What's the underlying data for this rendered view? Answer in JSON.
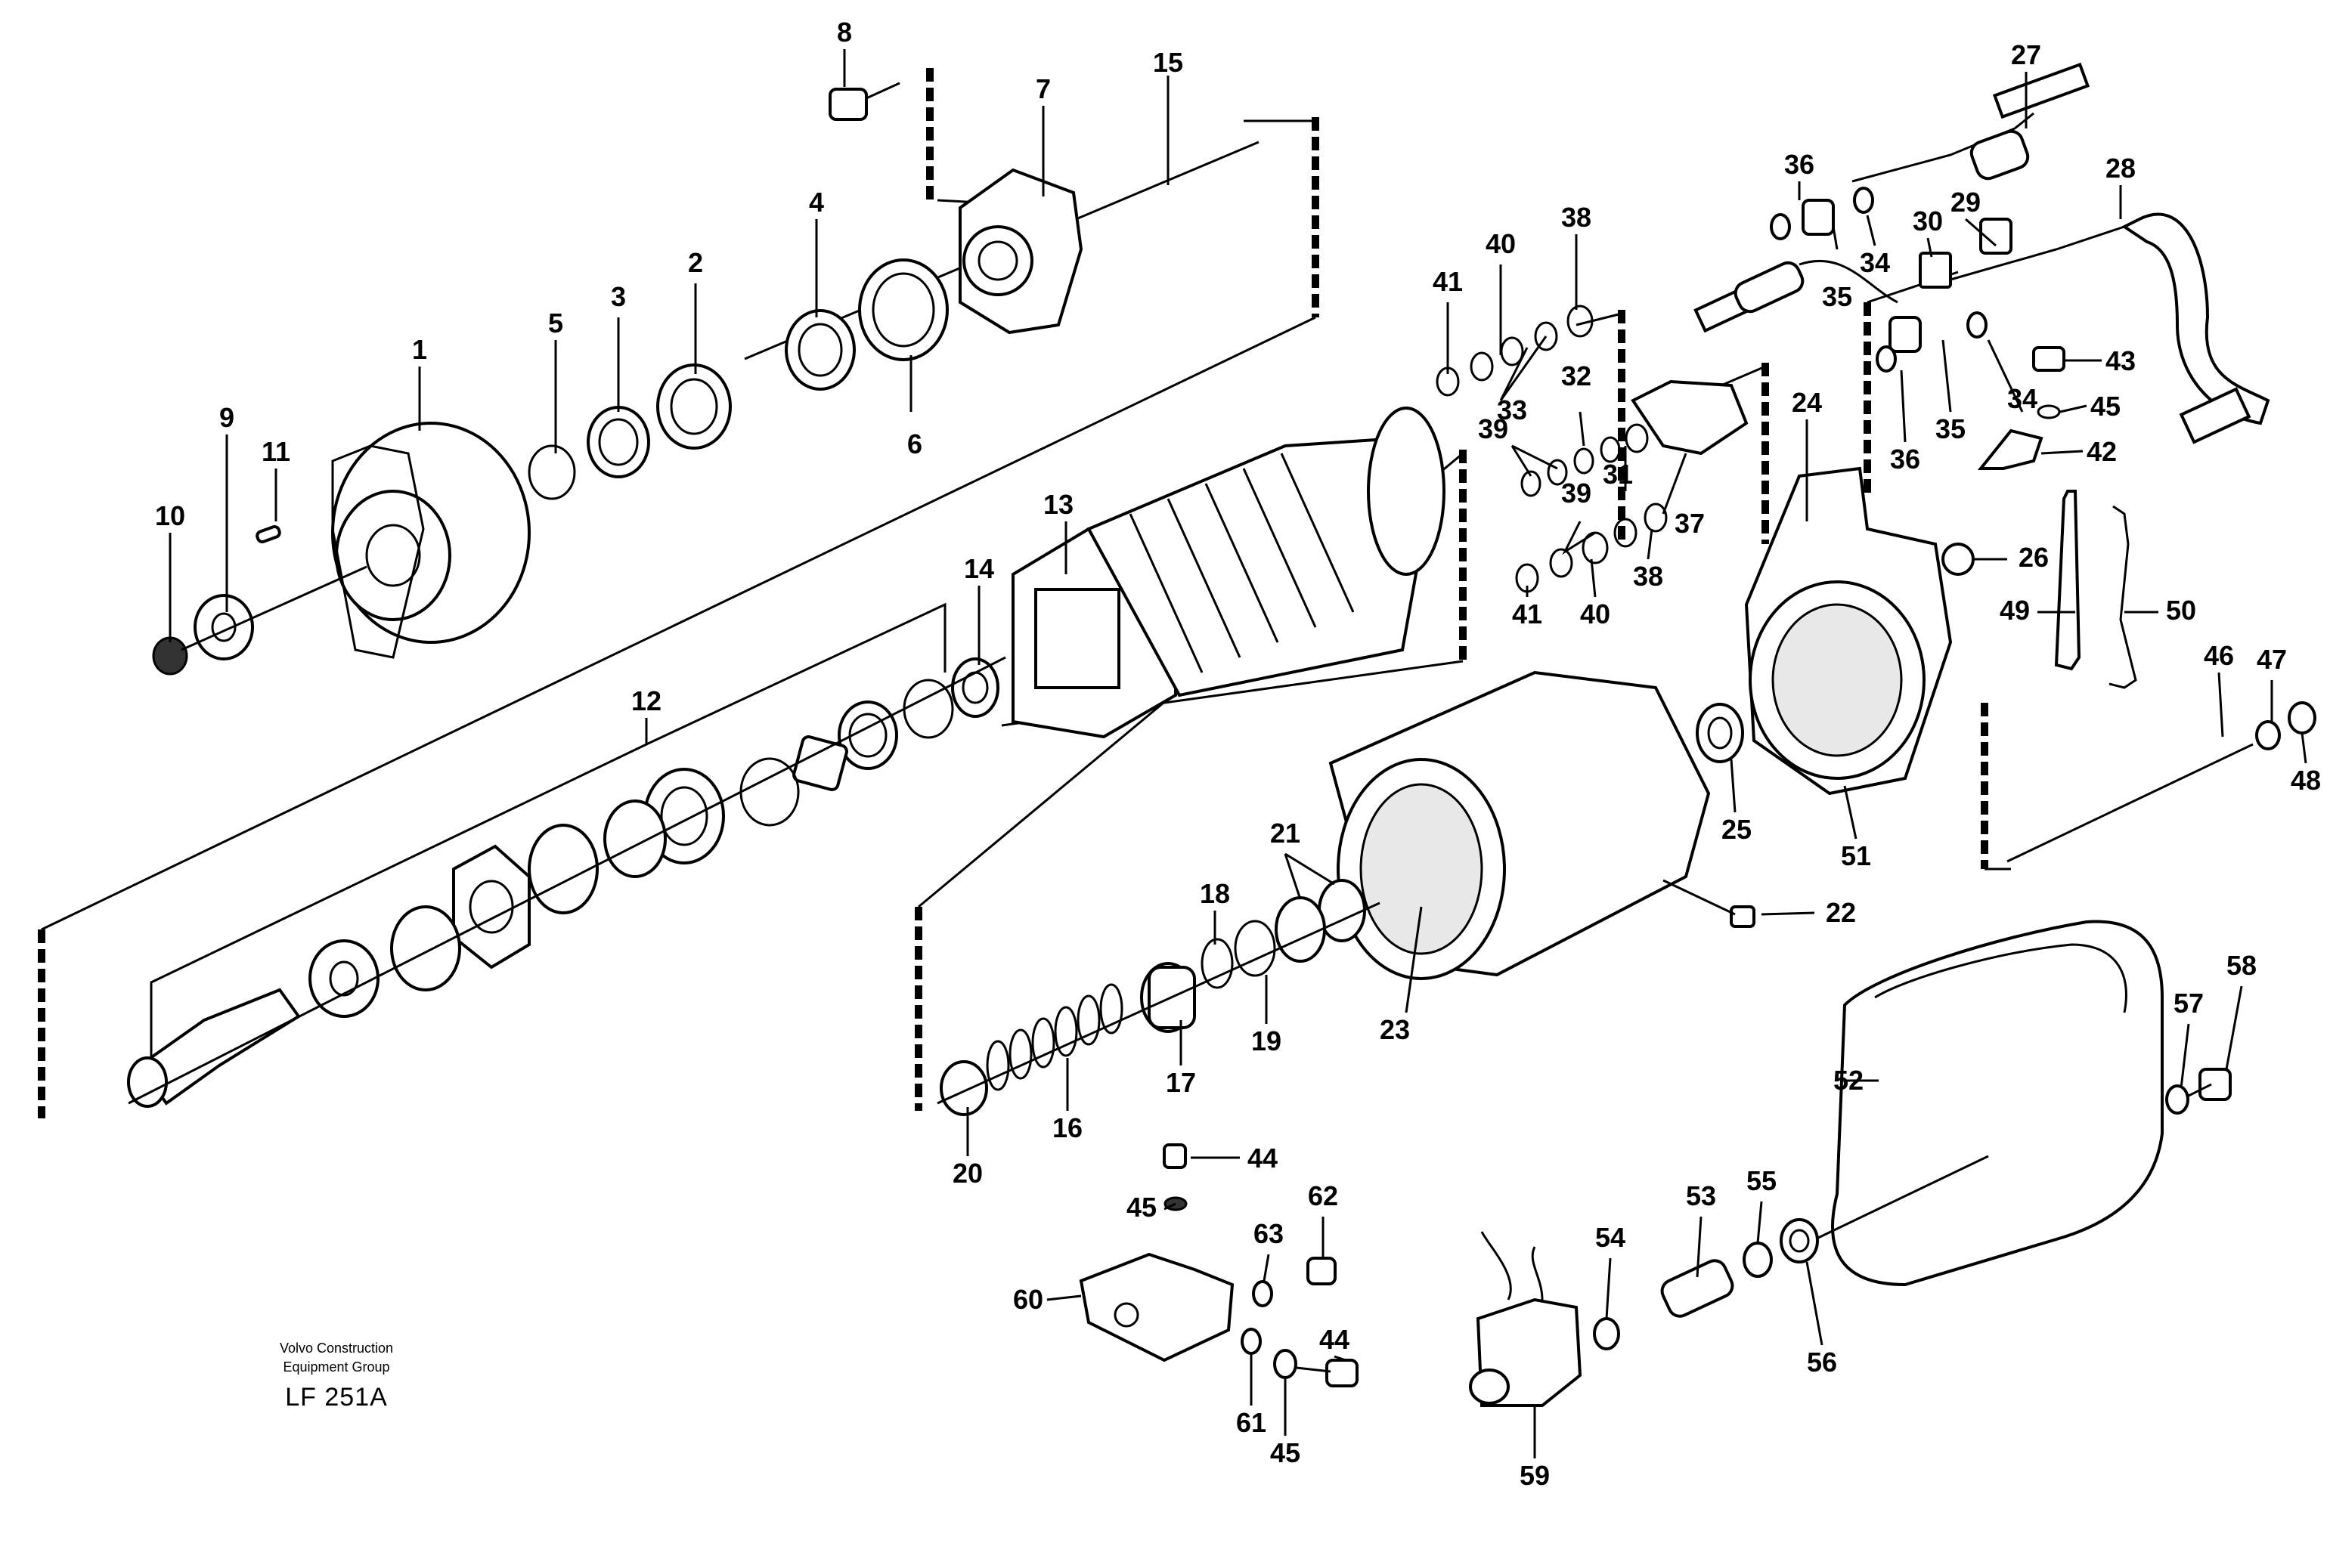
{
  "publisher": {
    "line1": "Volvo Construction",
    "line2": "Equipment Group"
  },
  "document_code": "LF 251A",
  "part_numbers": [
    "1",
    "2",
    "3",
    "4",
    "5",
    "6",
    "7",
    "8",
    "9",
    "10",
    "11",
    "12",
    "13",
    "14",
    "15",
    "16",
    "17",
    "18",
    "19",
    "20",
    "21",
    "22",
    "23",
    "24",
    "25",
    "26",
    "27",
    "28",
    "29",
    "30",
    "31",
    "32",
    "33",
    "34",
    "35",
    "36",
    "37",
    "38",
    "39",
    "40",
    "41",
    "42",
    "43",
    "44",
    "45",
    "46",
    "47",
    "48",
    "49",
    "50",
    "51",
    "52",
    "53",
    "54",
    "55",
    "56",
    "57",
    "58",
    "59",
    "60",
    "61",
    "62",
    "63"
  ]
}
